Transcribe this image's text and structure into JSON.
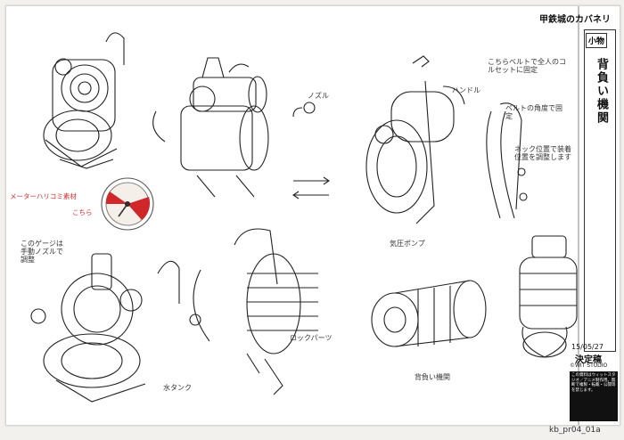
{
  "sheet": {
    "title": "甲鉄城のカバネリ",
    "subtitle": "小物",
    "item_name": "背負い機関",
    "date": "15/05/27",
    "status": "決定稿",
    "studio": "©WIT STUDIO",
    "notice": "この資料はウィットスタジオ／アニメ制作用。無断で複製・転載・公開等を禁じます。",
    "file_code": "kb_pr04_01a"
  },
  "labels": {
    "meter_material": "メーターハリコミ素材",
    "meter_here": "こちら",
    "nozzle": "ノズル",
    "belt_note": "こちらベルトで全人のコルセットに固定",
    "belt_fix": "ベルトの角度で固定",
    "hook": "ネック位置で装着位置を調整します",
    "gauge_note": "このゲージは手動ノズルで調整",
    "tank": "水タンク",
    "lock_parts": "ロックパーツ",
    "bottom_note": "背負い機関",
    "pump": "気圧ポンプ",
    "handle": "ハンドル"
  },
  "colors": {
    "accent": "#d0282a",
    "ink": "#222222",
    "paper": "#ffffff"
  }
}
